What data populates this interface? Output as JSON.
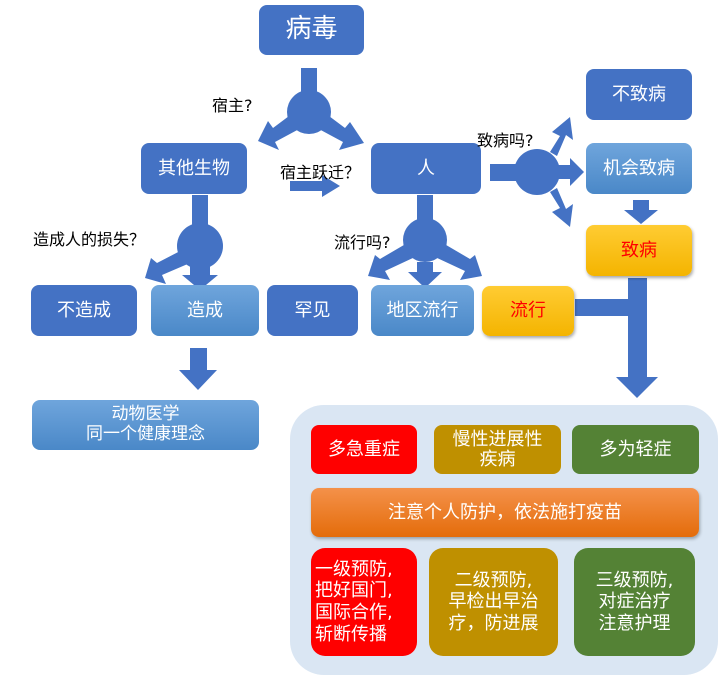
{
  "colors": {
    "primary_blue": "#4472c4",
    "light_blue": "#5b9bd5",
    "gold": "#ffc000",
    "alert_red": "#ff0000",
    "olive": "#bf9000",
    "green": "#548235",
    "orange": "#ed7d31",
    "panel_bg": "#dae6f3"
  },
  "nodes": {
    "virus": "病毒",
    "other_organisms": "其他生物",
    "human": "人",
    "not_pathogenic": "不致病",
    "opportunistic": "机会致病",
    "pathogenic": "致病",
    "no_loss": "不造成",
    "causes_loss": "造成",
    "rare": "罕见",
    "regional_epidemic": "地区流行",
    "epidemic": "流行",
    "one_health_line1": "动物医学",
    "one_health_line2": "同一个健康理念"
  },
  "questions": {
    "host": "宿主?",
    "host_jump": "宿主跃迁？",
    "pathogenic_q": "致病吗?",
    "loss_q": "造成人的损失？",
    "epidemic_q": "流行吗?"
  },
  "outcome_panel": {
    "severity": [
      {
        "text": "多急重症"
      },
      {
        "text": "慢性进展性疾病"
      },
      {
        "text": "多为轻症"
      }
    ],
    "common_measure": "注意个人防护，依法施打疫苗",
    "prevention": [
      {
        "lines": [
          "一级预防,",
          "把好国门,",
          "国际合作,",
          "斩断传播"
        ]
      },
      {
        "lines": [
          "二级预防,",
          "早检出早治",
          "疗，防进展"
        ]
      },
      {
        "lines": [
          "三级预防,",
          "对症治疗",
          "注意护理"
        ]
      }
    ]
  }
}
